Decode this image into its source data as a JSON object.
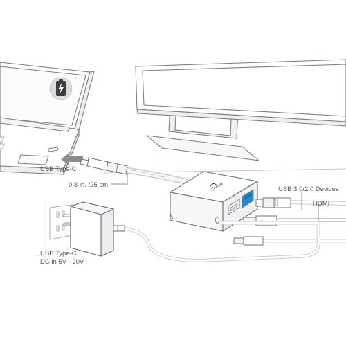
{
  "labels": {
    "usb_type_c": "USB Type-C",
    "cable_length": "9.8 in. /25 cm",
    "usb_devices": "USB 3.0/2.0 Devices",
    "hdmi": "HDMI",
    "power_line1": "USB Type-C",
    "power_line2": "DC in 5V - 20V"
  },
  "brand_logo": "j5create",
  "colors": {
    "line": "#6b6f73",
    "light_line": "#a9adb1",
    "fill": "#f4f5f6",
    "arrow": "#8a8e92",
    "usb_blue": "#1a8fd6",
    "battery": "#3b3f43"
  },
  "icons": {
    "battery": "battery-charging-icon",
    "arrow": "plug-in-arrow-icon"
  }
}
